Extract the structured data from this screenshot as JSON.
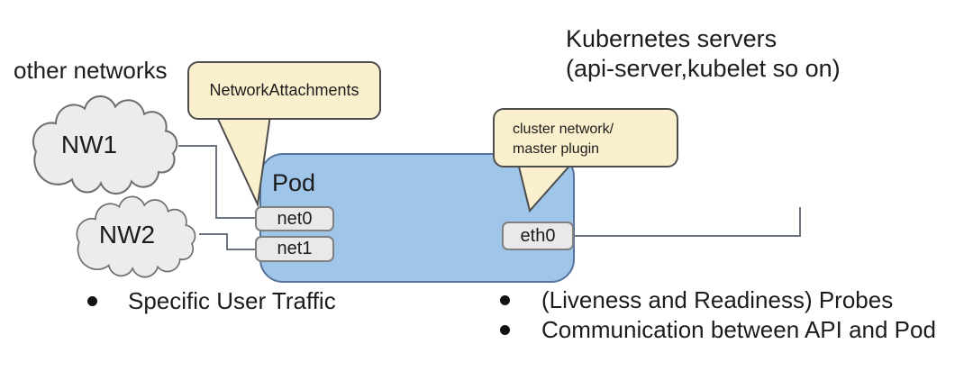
{
  "texts": {
    "other_networks": "other networks",
    "k8s_line1": "Kubernetes servers",
    "k8s_line2": "(api-server,kubelet so on)"
  },
  "clouds": {
    "nw1": "NW1",
    "nw2": "NW2"
  },
  "pod": {
    "label": "Pod",
    "interfaces": {
      "net0": "net0",
      "net1": "net1",
      "eth0": "eth0"
    }
  },
  "callouts": {
    "network_attachments": "NetworkAttachments",
    "cluster_network_line1": "cluster network/",
    "cluster_network_line2": "master plugin"
  },
  "bullets": {
    "left": [
      "Specific User Traffic"
    ],
    "right": [
      "(Liveness and Readiness) Probes",
      "Communication between API and Pod"
    ]
  },
  "colors": {
    "pod_fill": "#9FC5E8",
    "pod_border": "#56749B",
    "iface_fill": "#E9E9E9",
    "iface_border": "#7F7F7F",
    "cloud_fill": "#ECECEC",
    "cloud_border": "#6E6E6E",
    "callout_fill": "#FBF0CD",
    "callout_border": "#4D4D4D",
    "connector": "#6B7280",
    "text": "#1C1C1C"
  }
}
